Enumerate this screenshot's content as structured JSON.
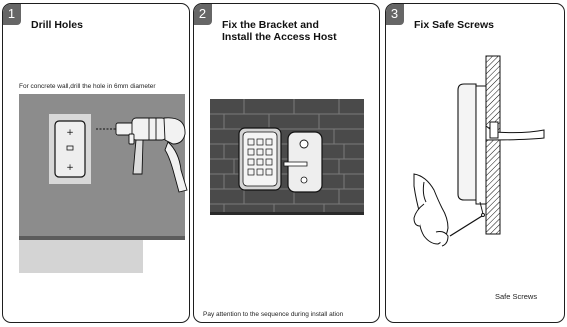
{
  "steps": [
    {
      "number": "1",
      "title": "Drill  Holes",
      "note": "For concrete wall,drill the hole in 6mm diameter"
    },
    {
      "number": "2",
      "title": "Fix the Bracket and\nInstall the Access Host",
      "note": "Pay attention to the sequence during install ation"
    },
    {
      "number": "3",
      "title": "Fix Safe Screws",
      "note": "Safe Screws"
    }
  ],
  "colors": {
    "border": "#1e1e1e",
    "badge": "#666666",
    "wall": "#8c8c8c",
    "floor": "#d4d4d4",
    "brick": "#4a4a4a"
  }
}
